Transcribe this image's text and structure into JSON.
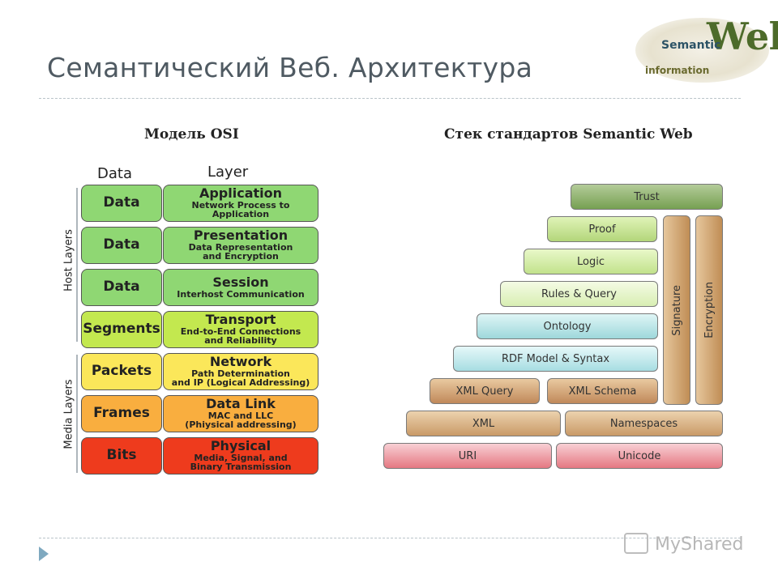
{
  "slide": {
    "title": "Семантический Веб. Архитектура",
    "subtitle_left": "Модель OSI",
    "subtitle_right": "Стек стандартов Semantic  Web"
  },
  "logo": {
    "word_big": "Web",
    "word_semantic": "Semantic",
    "word_information": "information"
  },
  "osi": {
    "col_data": "Data",
    "col_layer": "Layer",
    "group_host": "Host Layers",
    "group_media": "Media Layers",
    "rows": [
      {
        "data": "Data",
        "layer": "Application",
        "desc": "Network Process to\nApplication",
        "color": "#8fd773"
      },
      {
        "data": "Data",
        "layer": "Presentation",
        "desc": "Data Representation\nand Encryption",
        "color": "#8fd773"
      },
      {
        "data": "Data",
        "layer": "Session",
        "desc": "Interhost Communication",
        "color": "#8fd773"
      },
      {
        "data": "Segments",
        "layer": "Transport",
        "desc": "End-to-End Connections\nand Reliability",
        "color": "#c3e84f"
      },
      {
        "data": "Packets",
        "layer": "Network",
        "desc": "Path Determination\nand IP (Logical Addressing)",
        "color": "#fbe75a"
      },
      {
        "data": "Frames",
        "layer": "Data Link",
        "desc": "MAC and LLC\n(Phiysical addressing)",
        "color": "#f9ae3f"
      },
      {
        "data": "Bits",
        "layer": "Physical",
        "desc": "Media, Signal, and\nBinary Transmission",
        "color": "#ee3b1d"
      }
    ]
  },
  "stack": {
    "trust": "Trust",
    "proof": "Proof",
    "logic": "Logic",
    "rules": "Rules & Query",
    "ontology": "Ontology",
    "rdf": "RDF Model & Syntax",
    "xml_query": "XML Query",
    "xml_schema": "XML Schema",
    "xml": "XML",
    "namespaces": "Namespaces",
    "uri": "URI",
    "unicode": "Unicode",
    "signature": "Signature",
    "encryption": "Encryption"
  },
  "watermark": "MyShared"
}
